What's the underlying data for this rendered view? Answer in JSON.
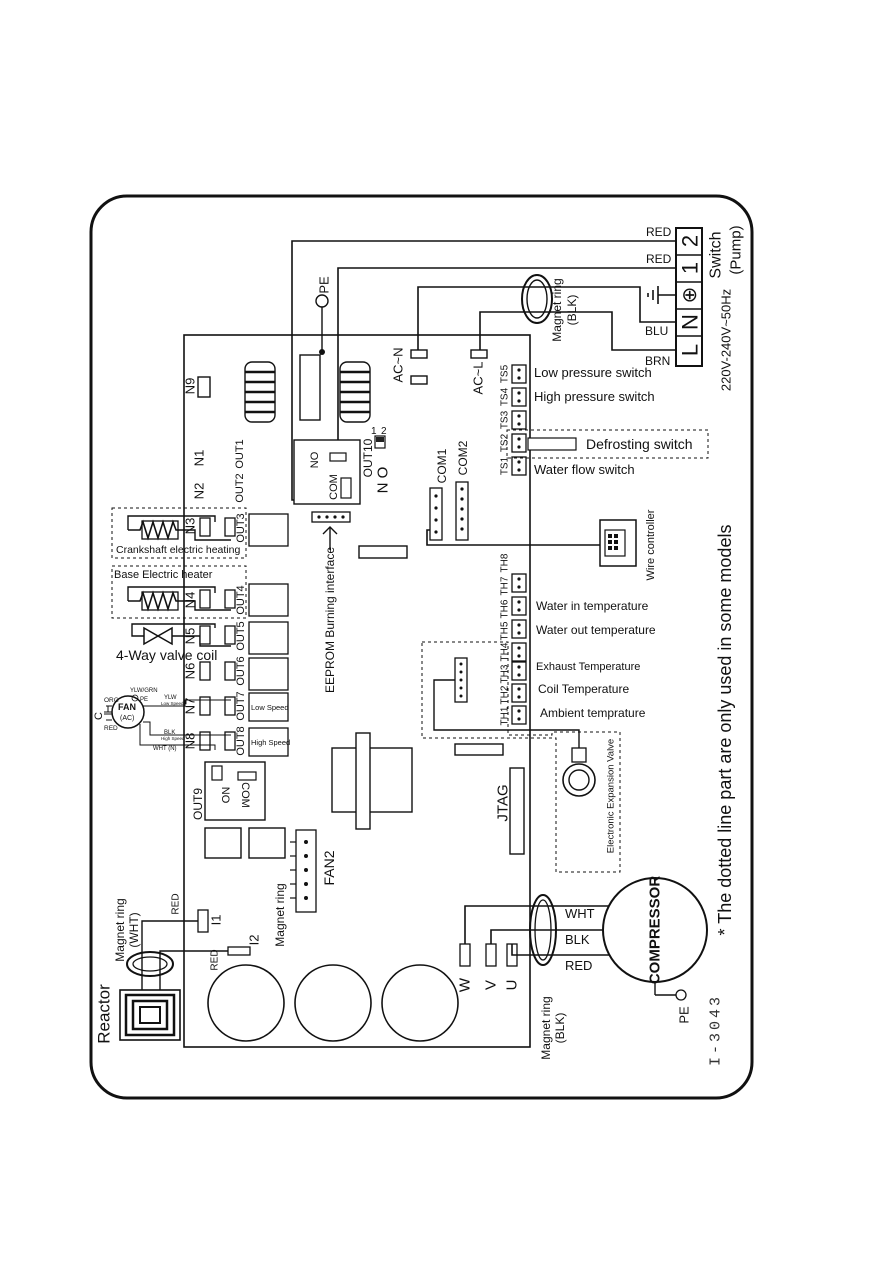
{
  "power": {
    "spec": "220V-240V~50Hz",
    "terminals": [
      "L",
      "N",
      "⊕",
      "1",
      "2"
    ],
    "switch_label": "Switch",
    "pump_label": "(Pump)",
    "wires": {
      "red1": "RED",
      "red2": "RED",
      "blu": "BLU",
      "brn": "BRN"
    }
  },
  "pe_label": "PE",
  "magnet_ring_blk": "Magnet ring",
  "magnet_ring_blk2": "(BLK)",
  "ac_n": "AC~N",
  "ac_l": "AC~L",
  "ts": {
    "ts5": "TS5",
    "ts4": "TS4",
    "ts3": "TS3",
    "ts2": "TS2",
    "ts1": "TS1",
    "low_pressure": "Low pressure switch",
    "high_pressure": "High pressure switch",
    "defrosting": "Defrosting switch",
    "water_flow": "Water flow switch"
  },
  "n9": "N9",
  "n1": "N1",
  "out1": "OUT1",
  "out2": "OUT2",
  "n2": "N2",
  "out10": "OUT10",
  "no": "NO",
  "com": "COM",
  "n_o": "N O",
  "one": "1",
  "two": "2",
  "com1": "COM1",
  "com2": "COM2",
  "wire_controller": "Wire controller",
  "crankshaft": "Crankshaft electric heating",
  "base_heater": "Base Electric heater",
  "n3": "N3",
  "out3": "OUT3",
  "n4": "N4",
  "out4": "OUT4",
  "n5": "N5",
  "out5": "OUT5",
  "n6": "N6",
  "out6": "OUT6",
  "n7": "N7",
  "out7": "OUT7",
  "n8": "N8",
  "out8": "OUT8",
  "low_speed": "Low Speed",
  "high_speed": "High Speed",
  "four_way": "4-Way valve coil",
  "fan": {
    "c": "C",
    "org": "ORG",
    "red": "RED",
    "ylw": "YLW/GRN",
    "pe": "PE",
    "fan": "FAN",
    "ac": "(AC)",
    "ylw2": "YLW",
    "low": "Low Speed",
    "blk": "BLK",
    "high": "High Speed",
    "wht": "WHT (N)"
  },
  "eeprom": "EEPROM Burning interface",
  "th": {
    "th8": "TH8",
    "th7": "TH7",
    "th6": "TH6",
    "th5": "TH5",
    "th4": "TH4",
    "th3": "TH3",
    "th2": "TH2",
    "th1": "TH1",
    "water_in": "Water in temperature",
    "water_out": "Water out temperature",
    "exhaust": "Exhaust Temperature",
    "coil": "Coil Temperature",
    "ambient": "Ambient temprature"
  },
  "eev": "Electronic Expansion Valve",
  "jtag": "JTAG",
  "out9": "OUT9",
  "out9_no": "NO",
  "out9_com": "COM",
  "fan2": "FAN2",
  "magnet_ring_plain": "Magnet ring",
  "magnet_ring_wht": "Magnet ring",
  "magnet_ring_wht2": "(WHT)",
  "i1": "I1",
  "i2": "I2",
  "red_i1": "RED",
  "red_i2": "RED",
  "reactor": "Reactor",
  "compressor": {
    "label": "COMPRESSOR",
    "wht": "WHT",
    "blk": "BLK",
    "red": "RED",
    "w": "W",
    "v": "V",
    "u": "U",
    "pe": "PE"
  },
  "magnet_ring_comp": "Magnet ring",
  "magnet_ring_comp2": "(BLK)",
  "model": "I-3043",
  "footnote": "* The dotted line part are only used in some models"
}
